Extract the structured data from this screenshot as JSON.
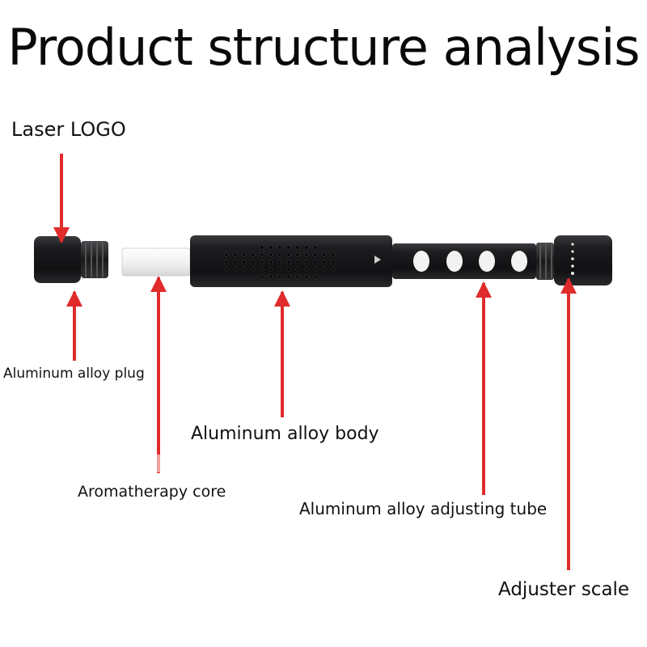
{
  "title": "Product structure analysis",
  "colors": {
    "arrow": "#e02b2b",
    "metal": "#1c1c1e",
    "core": "#eeeeee",
    "text": "#111111"
  },
  "labels": {
    "laser_logo": "Laser LOGO",
    "plug": "Aluminum alloy plug",
    "body": "Aluminum alloy body",
    "core": "Aromatherapy core",
    "tube": "Aluminum alloy adjusting tube",
    "scale": "Adjuster scale"
  }
}
